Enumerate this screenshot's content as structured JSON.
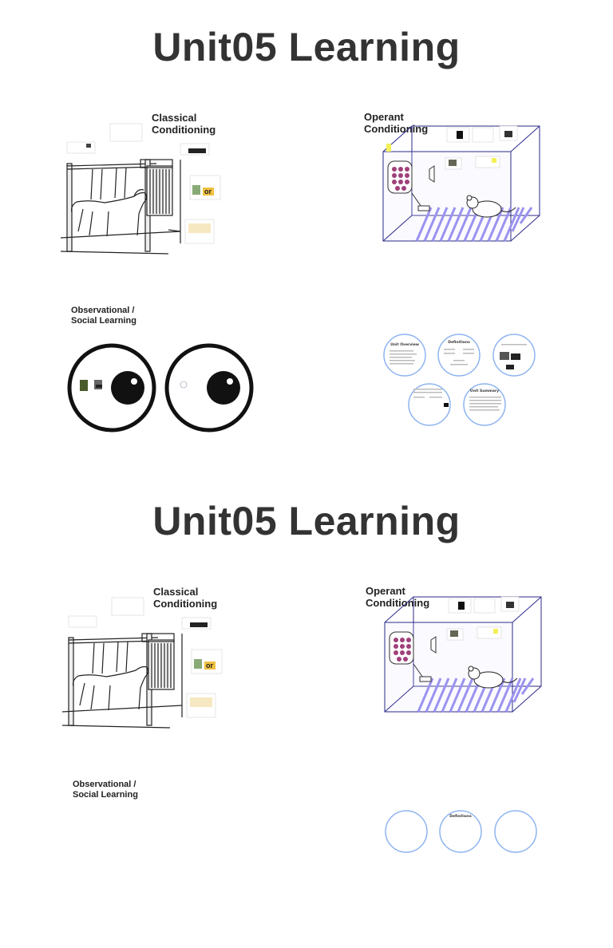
{
  "slides": [
    {
      "title": "Unit05 Learning",
      "topics": {
        "classical": "Classical Conditioning",
        "operant": "Operant Conditioning",
        "observational": "Observational / Social Learning"
      },
      "circles": {
        "unit_overview": "Unit Overview",
        "definitions": "Definitions",
        "unit_summary": "Unit Summary"
      }
    },
    {
      "title": "Unit05 Learning",
      "topics": {
        "classical": "Classical Conditioning",
        "operant": "Operant Conditioning",
        "observational": "Observational / Social Learning"
      },
      "circles": {
        "definitions": "Definitions"
      }
    }
  ]
}
